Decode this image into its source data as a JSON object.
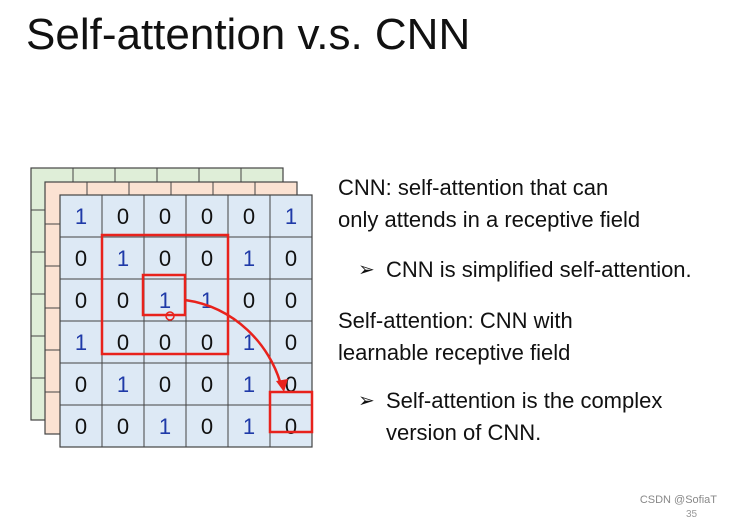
{
  "slide": {
    "title": "Self-attention v.s. CNN",
    "cnn_definition": {
      "line1": "CNN: self-attention that can",
      "line2": "only attends in a receptive field"
    },
    "cnn_bullet": "CNN is simplified self-attention.",
    "sa_definition": {
      "line1": "Self-attention: CNN with",
      "line2": "learnable receptive field"
    },
    "sa_bullet": {
      "line1": "Self-attention is the complex",
      "line2": "version of CNN."
    },
    "bullet_glyph": "➢",
    "watermark": "CSDN @SofiaT",
    "page_number": "35"
  },
  "figure": {
    "matrix": [
      [
        "1",
        "0",
        "0",
        "0",
        "0",
        "1"
      ],
      [
        "0",
        "1",
        "0",
        "0",
        "1",
        "0"
      ],
      [
        "0",
        "0",
        "1",
        "1",
        "0",
        "0"
      ],
      [
        "1",
        "0",
        "0",
        "0",
        "1",
        "0"
      ],
      [
        "0",
        "1",
        "0",
        "0",
        "1",
        "0"
      ],
      [
        "0",
        "0",
        "1",
        "0",
        "1",
        "0"
      ]
    ],
    "colors": {
      "front_layer": "#dde9f5",
      "middle_layer": "#fbe2d2",
      "back_layer": "#dfeed8",
      "grid_line": "#444444",
      "highlight": "#e8221c",
      "digit_one": "#1f3aa8",
      "digit_zero": "#111111"
    }
  }
}
